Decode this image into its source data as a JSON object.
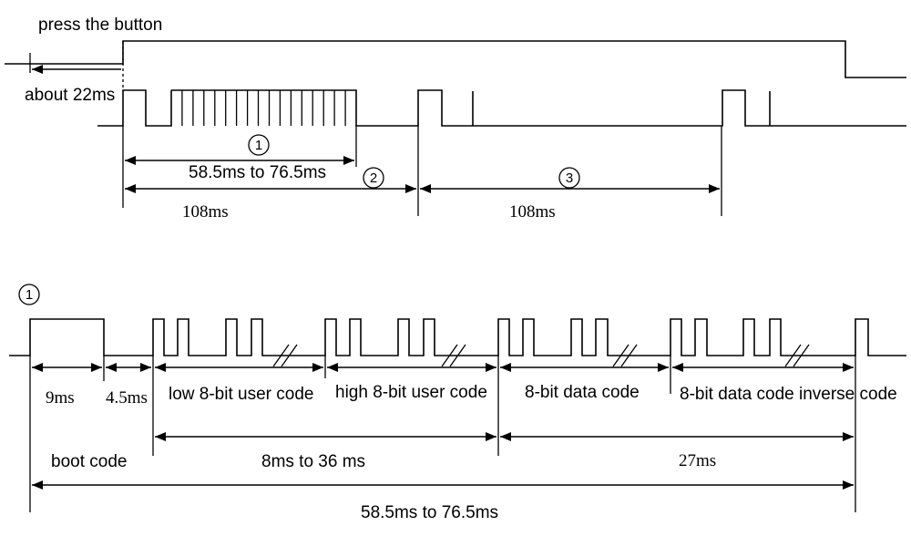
{
  "top": {
    "press_label": "press the button",
    "delay_label": "about 22ms",
    "frame_label": "58.5ms to 76.5ms",
    "period1_label": "108ms",
    "period2_label": "108ms",
    "marker1": "1",
    "marker2": "2",
    "marker3": "3"
  },
  "bottom": {
    "marker": "1",
    "leader_label": "9ms",
    "space_label": "4.5ms",
    "low_user_label": "low 8-bit user code",
    "high_user_label": "high 8-bit user code",
    "data_label": "8-bit data code",
    "inverse_label": "8-bit data code inverse code",
    "boot_label": "boot code",
    "user_total_label": "8ms to 36 ms",
    "data_total_label": "27ms",
    "frame_total_label": "58.5ms to 76.5ms"
  }
}
